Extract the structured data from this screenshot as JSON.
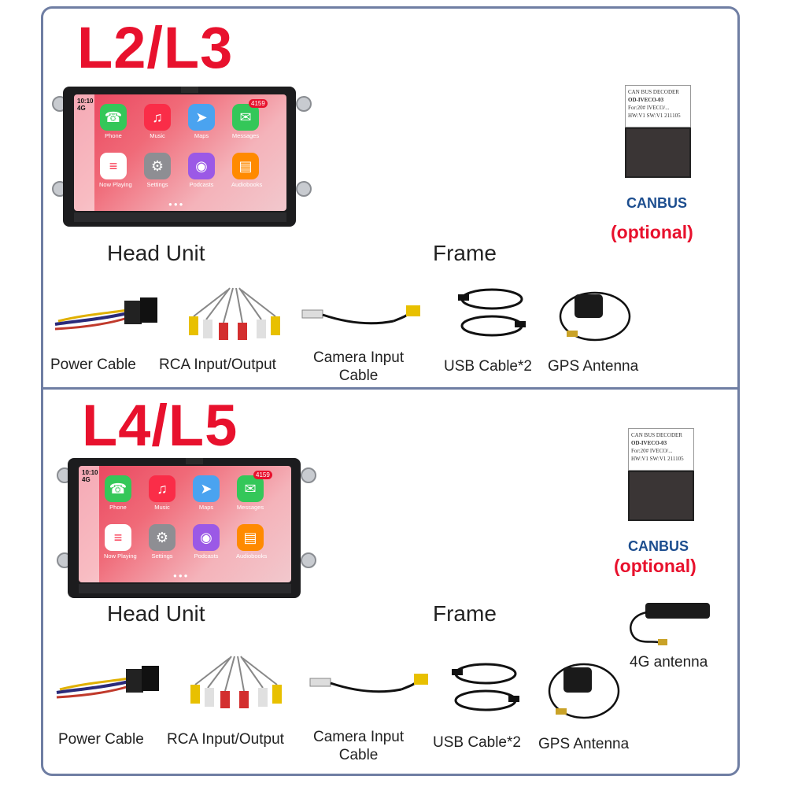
{
  "sections": [
    {
      "title": "L2/L3",
      "head_unit_label": "Head Unit",
      "frame_label": "Frame",
      "canbus_label": "CANBUS",
      "optional_label": "(optional)",
      "decoder": {
        "line1": "CAN BUS DECODER",
        "line2": "OD-IVECO-03",
        "line3": "For:20# IVECO/...",
        "line4": "HW:V1  SW:V1  211105"
      },
      "accessories": [
        {
          "label": "Power Cable"
        },
        {
          "label": "RCA Input/Output"
        },
        {
          "label": "Camera Input\nCable"
        },
        {
          "label": "USB Cable*2"
        },
        {
          "label": "GPS Antenna"
        }
      ]
    },
    {
      "title": "L4/L5",
      "head_unit_label": "Head Unit",
      "frame_label": "Frame",
      "canbus_label": "CANBUS",
      "optional_label": "(optional)",
      "antenna_label": "4G antenna",
      "decoder": {
        "line1": "CAN BUS DECODER",
        "line2": "OD-IVECO-03",
        "line3": "For:20# IVECO/...",
        "line4": "HW:V1  SW:V1  211105"
      },
      "accessories": [
        {
          "label": "Power Cable"
        },
        {
          "label": "RCA Input/Output"
        },
        {
          "label": "Camera Input\nCable"
        },
        {
          "label": "USB Cable*2"
        },
        {
          "label": "GPS Antenna"
        }
      ]
    }
  ],
  "screen": {
    "time": "10:10",
    "signal": "4G",
    "badge": "4159",
    "apps": [
      {
        "name": "Phone",
        "icon": "phone-icon",
        "color": "#34c759"
      },
      {
        "name": "Music",
        "icon": "music-icon",
        "color": "#fa2d48"
      },
      {
        "name": "Maps",
        "icon": "maps-icon",
        "color": "#4aa3f0"
      },
      {
        "name": "Messages",
        "icon": "messages-icon",
        "color": "#34c759"
      },
      {
        "name": "Now Playing",
        "icon": "now-playing-icon",
        "color": "#ffffff"
      },
      {
        "name": "Settings",
        "icon": "settings-icon",
        "color": "#8e8e93"
      },
      {
        "name": "Podcasts",
        "icon": "podcasts-icon",
        "color": "#9b59e6"
      },
      {
        "name": "Audiobooks",
        "icon": "audiobooks-icon",
        "color": "#ff8a00"
      }
    ]
  },
  "colors": {
    "title": "#e8112d",
    "canbus": "#1d4e8f",
    "border": "#6f7ea3"
  }
}
